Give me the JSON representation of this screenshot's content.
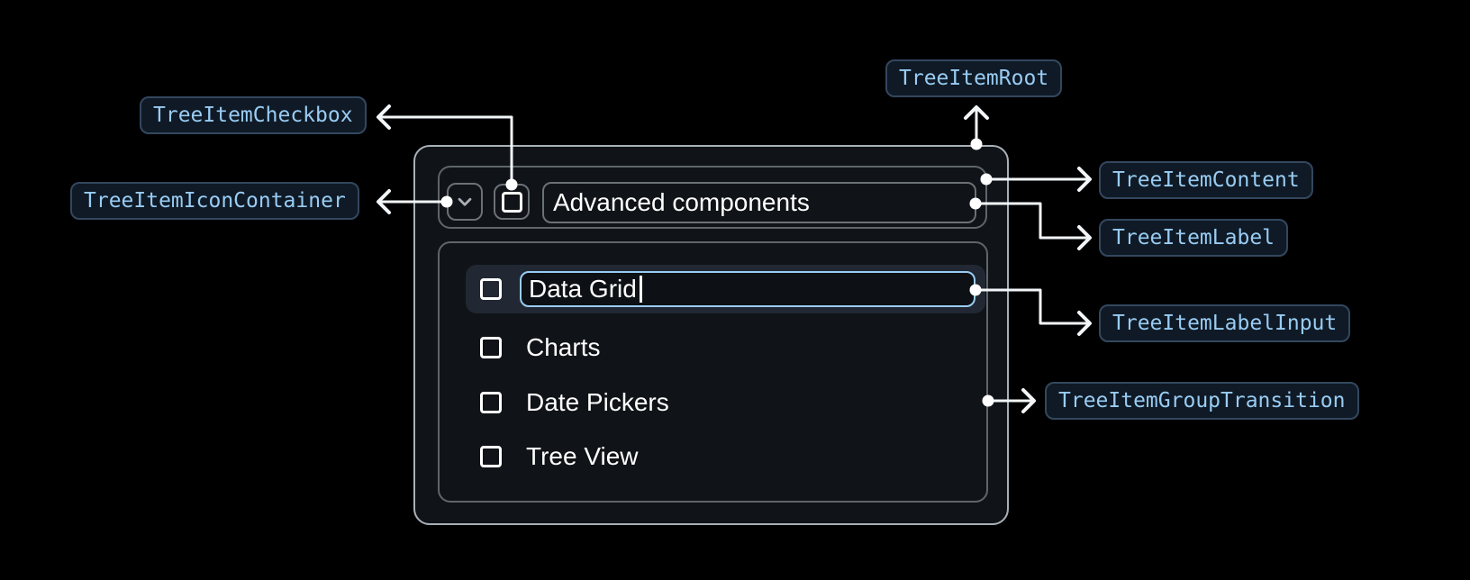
{
  "colors": {
    "page_bg": "#000000",
    "accent_text": "#99ccf3",
    "badge_bg": "#0f1a26",
    "badge_border": "#33475e",
    "connector": "#f2f6f9",
    "root_border": "#a8b1b9",
    "slot_border": "#5f656b",
    "root_bg": "#101317",
    "selected_row_bg": "#212833",
    "input_border": "#99ccf3",
    "input_bg": "#0d1014",
    "item_text": "#ffffff",
    "chevron_icon": "#a9aeb3"
  },
  "annotations": {
    "root": "TreeItemRoot",
    "checkbox": "TreeItemCheckbox",
    "icon_container": "TreeItemIconContainer",
    "content": "TreeItemContent",
    "label": "TreeItemLabel",
    "label_input": "TreeItemLabelInput",
    "group_transition": "TreeItemGroupTransition"
  },
  "tree": {
    "parent_label": "Advanced components",
    "items": [
      {
        "label": "Data Grid",
        "state": "editing"
      },
      {
        "label": "Charts",
        "state": "default"
      },
      {
        "label": "Date Pickers",
        "state": "default"
      },
      {
        "label": "Tree View",
        "state": "default"
      }
    ]
  }
}
